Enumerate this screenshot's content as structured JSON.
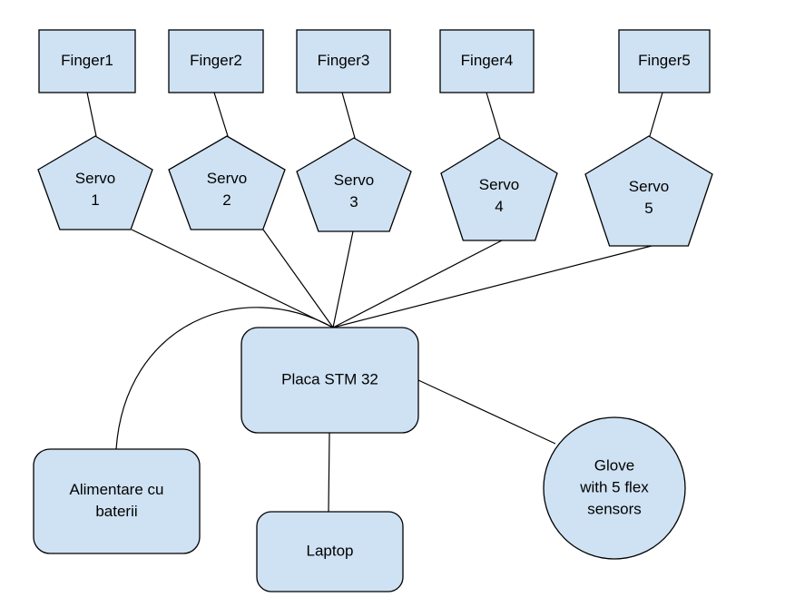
{
  "diagram": {
    "nodes": [
      {
        "id": "finger1",
        "shape": "rect",
        "lines": [
          "Finger1"
        ]
      },
      {
        "id": "finger2",
        "shape": "rect",
        "lines": [
          "Finger2"
        ]
      },
      {
        "id": "finger3",
        "shape": "rect",
        "lines": [
          "Finger3"
        ]
      },
      {
        "id": "finger4",
        "shape": "rect",
        "lines": [
          "Finger4"
        ]
      },
      {
        "id": "finger5",
        "shape": "rect",
        "lines": [
          "Finger5"
        ]
      },
      {
        "id": "servo1",
        "shape": "pentagon",
        "lines": [
          "Servo",
          "1"
        ]
      },
      {
        "id": "servo2",
        "shape": "pentagon",
        "lines": [
          "Servo",
          "2"
        ]
      },
      {
        "id": "servo3",
        "shape": "pentagon",
        "lines": [
          "Servo",
          "3"
        ]
      },
      {
        "id": "servo4",
        "shape": "pentagon",
        "lines": [
          "Servo",
          "4"
        ]
      },
      {
        "id": "servo5",
        "shape": "pentagon",
        "lines": [
          "Servo",
          "5"
        ]
      },
      {
        "id": "stm32",
        "shape": "rounded-rect",
        "lines": [
          "Placa STM 32"
        ]
      },
      {
        "id": "battery",
        "shape": "rounded-rect",
        "lines": [
          "Alimentare cu",
          "baterii"
        ]
      },
      {
        "id": "laptop",
        "shape": "rounded-rect",
        "lines": [
          "Laptop"
        ]
      },
      {
        "id": "glove",
        "shape": "circle",
        "lines": [
          "Glove",
          "with 5 flex",
          "sensors"
        ]
      }
    ],
    "edges": [
      {
        "from": "finger1",
        "to": "servo1"
      },
      {
        "from": "finger2",
        "to": "servo2"
      },
      {
        "from": "finger3",
        "to": "servo3"
      },
      {
        "from": "finger4",
        "to": "servo4"
      },
      {
        "from": "finger5",
        "to": "servo5"
      },
      {
        "from": "servo1",
        "to": "stm32"
      },
      {
        "from": "servo2",
        "to": "stm32"
      },
      {
        "from": "servo3",
        "to": "stm32"
      },
      {
        "from": "servo4",
        "to": "stm32"
      },
      {
        "from": "servo5",
        "to": "stm32"
      },
      {
        "from": "battery",
        "to": "stm32"
      },
      {
        "from": "stm32",
        "to": "laptop"
      },
      {
        "from": "stm32",
        "to": "glove"
      }
    ],
    "colors": {
      "fill": "#cfe2f3",
      "stroke": "#000000"
    }
  }
}
